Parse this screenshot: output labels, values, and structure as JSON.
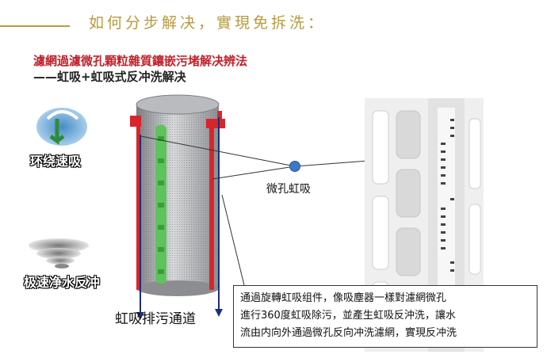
{
  "header": {
    "title": "如何分步解决，實現免拆洗："
  },
  "heading": {
    "line1": "濾網過濾微孔顆粒雜質鑲嵌污堵解决辨法",
    "line2": "——虹吸+虹吸式反冲洗解决"
  },
  "badges": {
    "ring_suction": "环绕速吸",
    "fast_backwash": "极速净水反冲"
  },
  "labels": {
    "micro_siphon": "微孔虹吸",
    "drain_channel": "虹吸排污通道"
  },
  "description": {
    "lines": [
      "通過旋轉虹吸组件，像吸塵器一樣對濾網微孔",
      "進行360度虹吸除污，並產生虹吸反沖洗，讓水",
      "流由内向外通過微孔反向冲洗濾網，實現反冲洗"
    ]
  },
  "colors": {
    "title_gold": "#b89a3e",
    "heading_red": "#c0202a",
    "siphon_dot_blue": "#3a78c9",
    "channel_green": "#5cc45a",
    "frame_red": "#d7262b",
    "arrow_navy": "#1d2f7a"
  }
}
